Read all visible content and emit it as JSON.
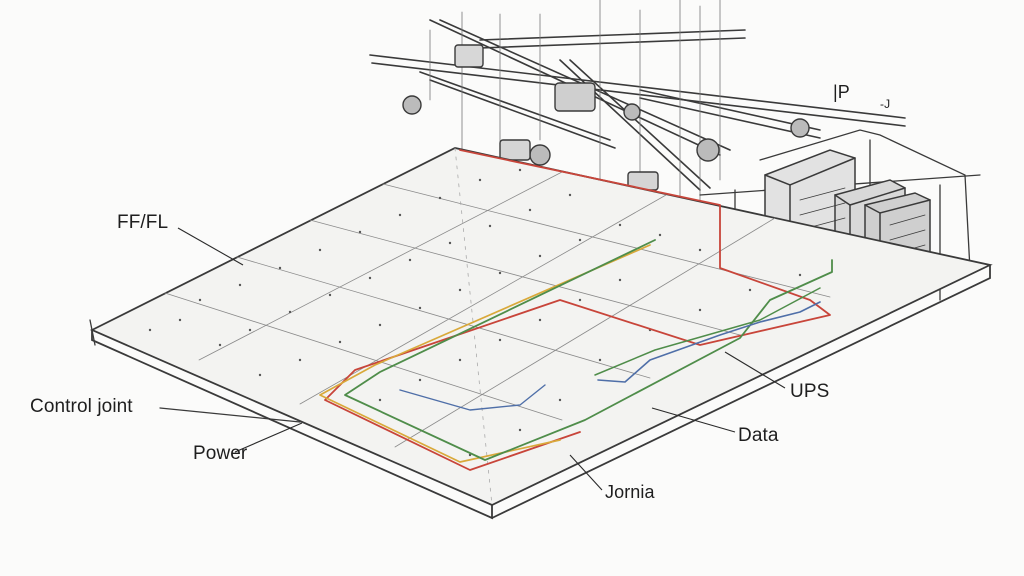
{
  "labels": {
    "ff_fl": "FF/FL",
    "control_joint": "Control joint",
    "power": "Power",
    "ups": "UPS",
    "data": "Data",
    "joint": "Jornia",
    "ip": "|P",
    "ip_mark": "-J"
  },
  "colors": {
    "pencil": "#3a3a3a",
    "power_red": "#c8453a",
    "data_green": "#4f8d4a",
    "data_blue": "#4f6fa8",
    "backup_yellow": "#d9a93a",
    "paper": "#fbfbfa"
  }
}
